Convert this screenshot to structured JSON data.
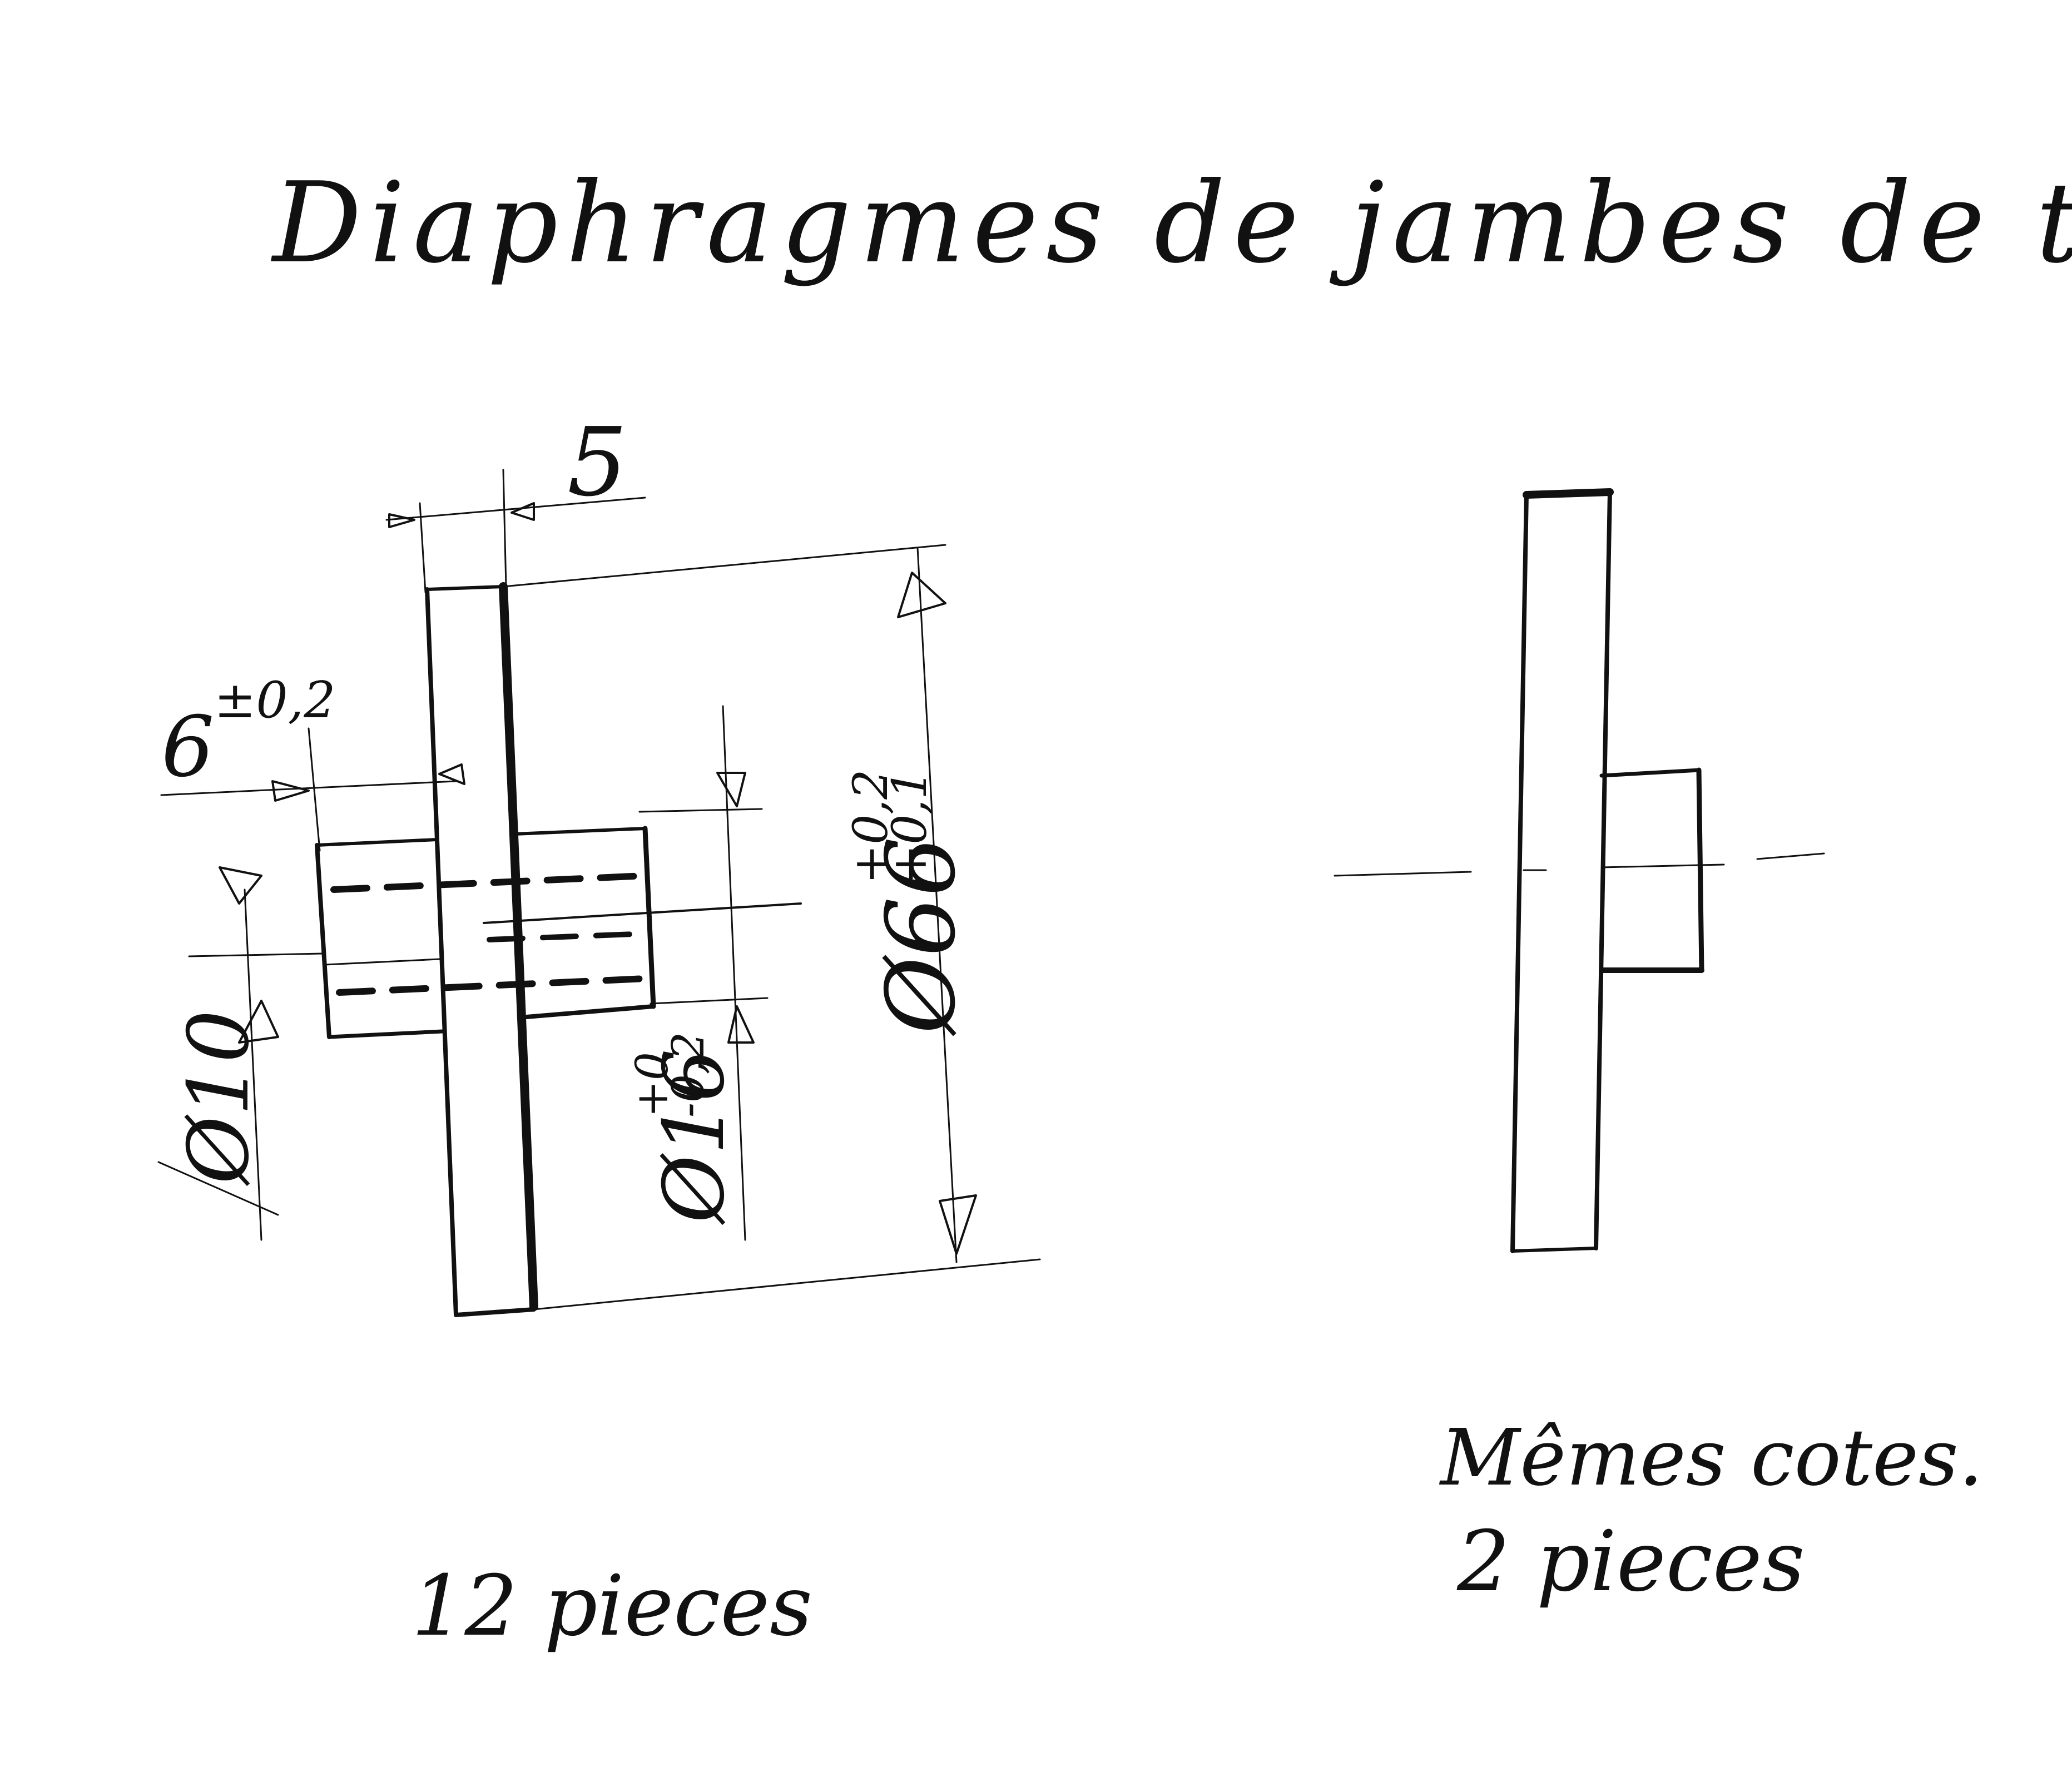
{
  "title": "Diaphragmes de jambes de train",
  "left_view": {
    "dim_thickness": "5",
    "dim_boss_length": "6",
    "dim_boss_length_tol": "±0,2",
    "dim_bore_diameter": "Ø10",
    "dim_boss_diameter": "Ø16",
    "dim_boss_diameter_tol_upper": "+0",
    "dim_boss_diameter_tol_lower": "-0,2",
    "dim_outer_diameter": "Ø66",
    "dim_outer_diameter_tol_upper": "+0,2",
    "dim_outer_diameter_tol_lower": "+0,1",
    "quantity": "12 pieces"
  },
  "right_view": {
    "note": "Mêmes cotes.",
    "quantity": "2 pieces"
  },
  "colors": {
    "ink": "#111111",
    "paper": "#ffffff"
  }
}
